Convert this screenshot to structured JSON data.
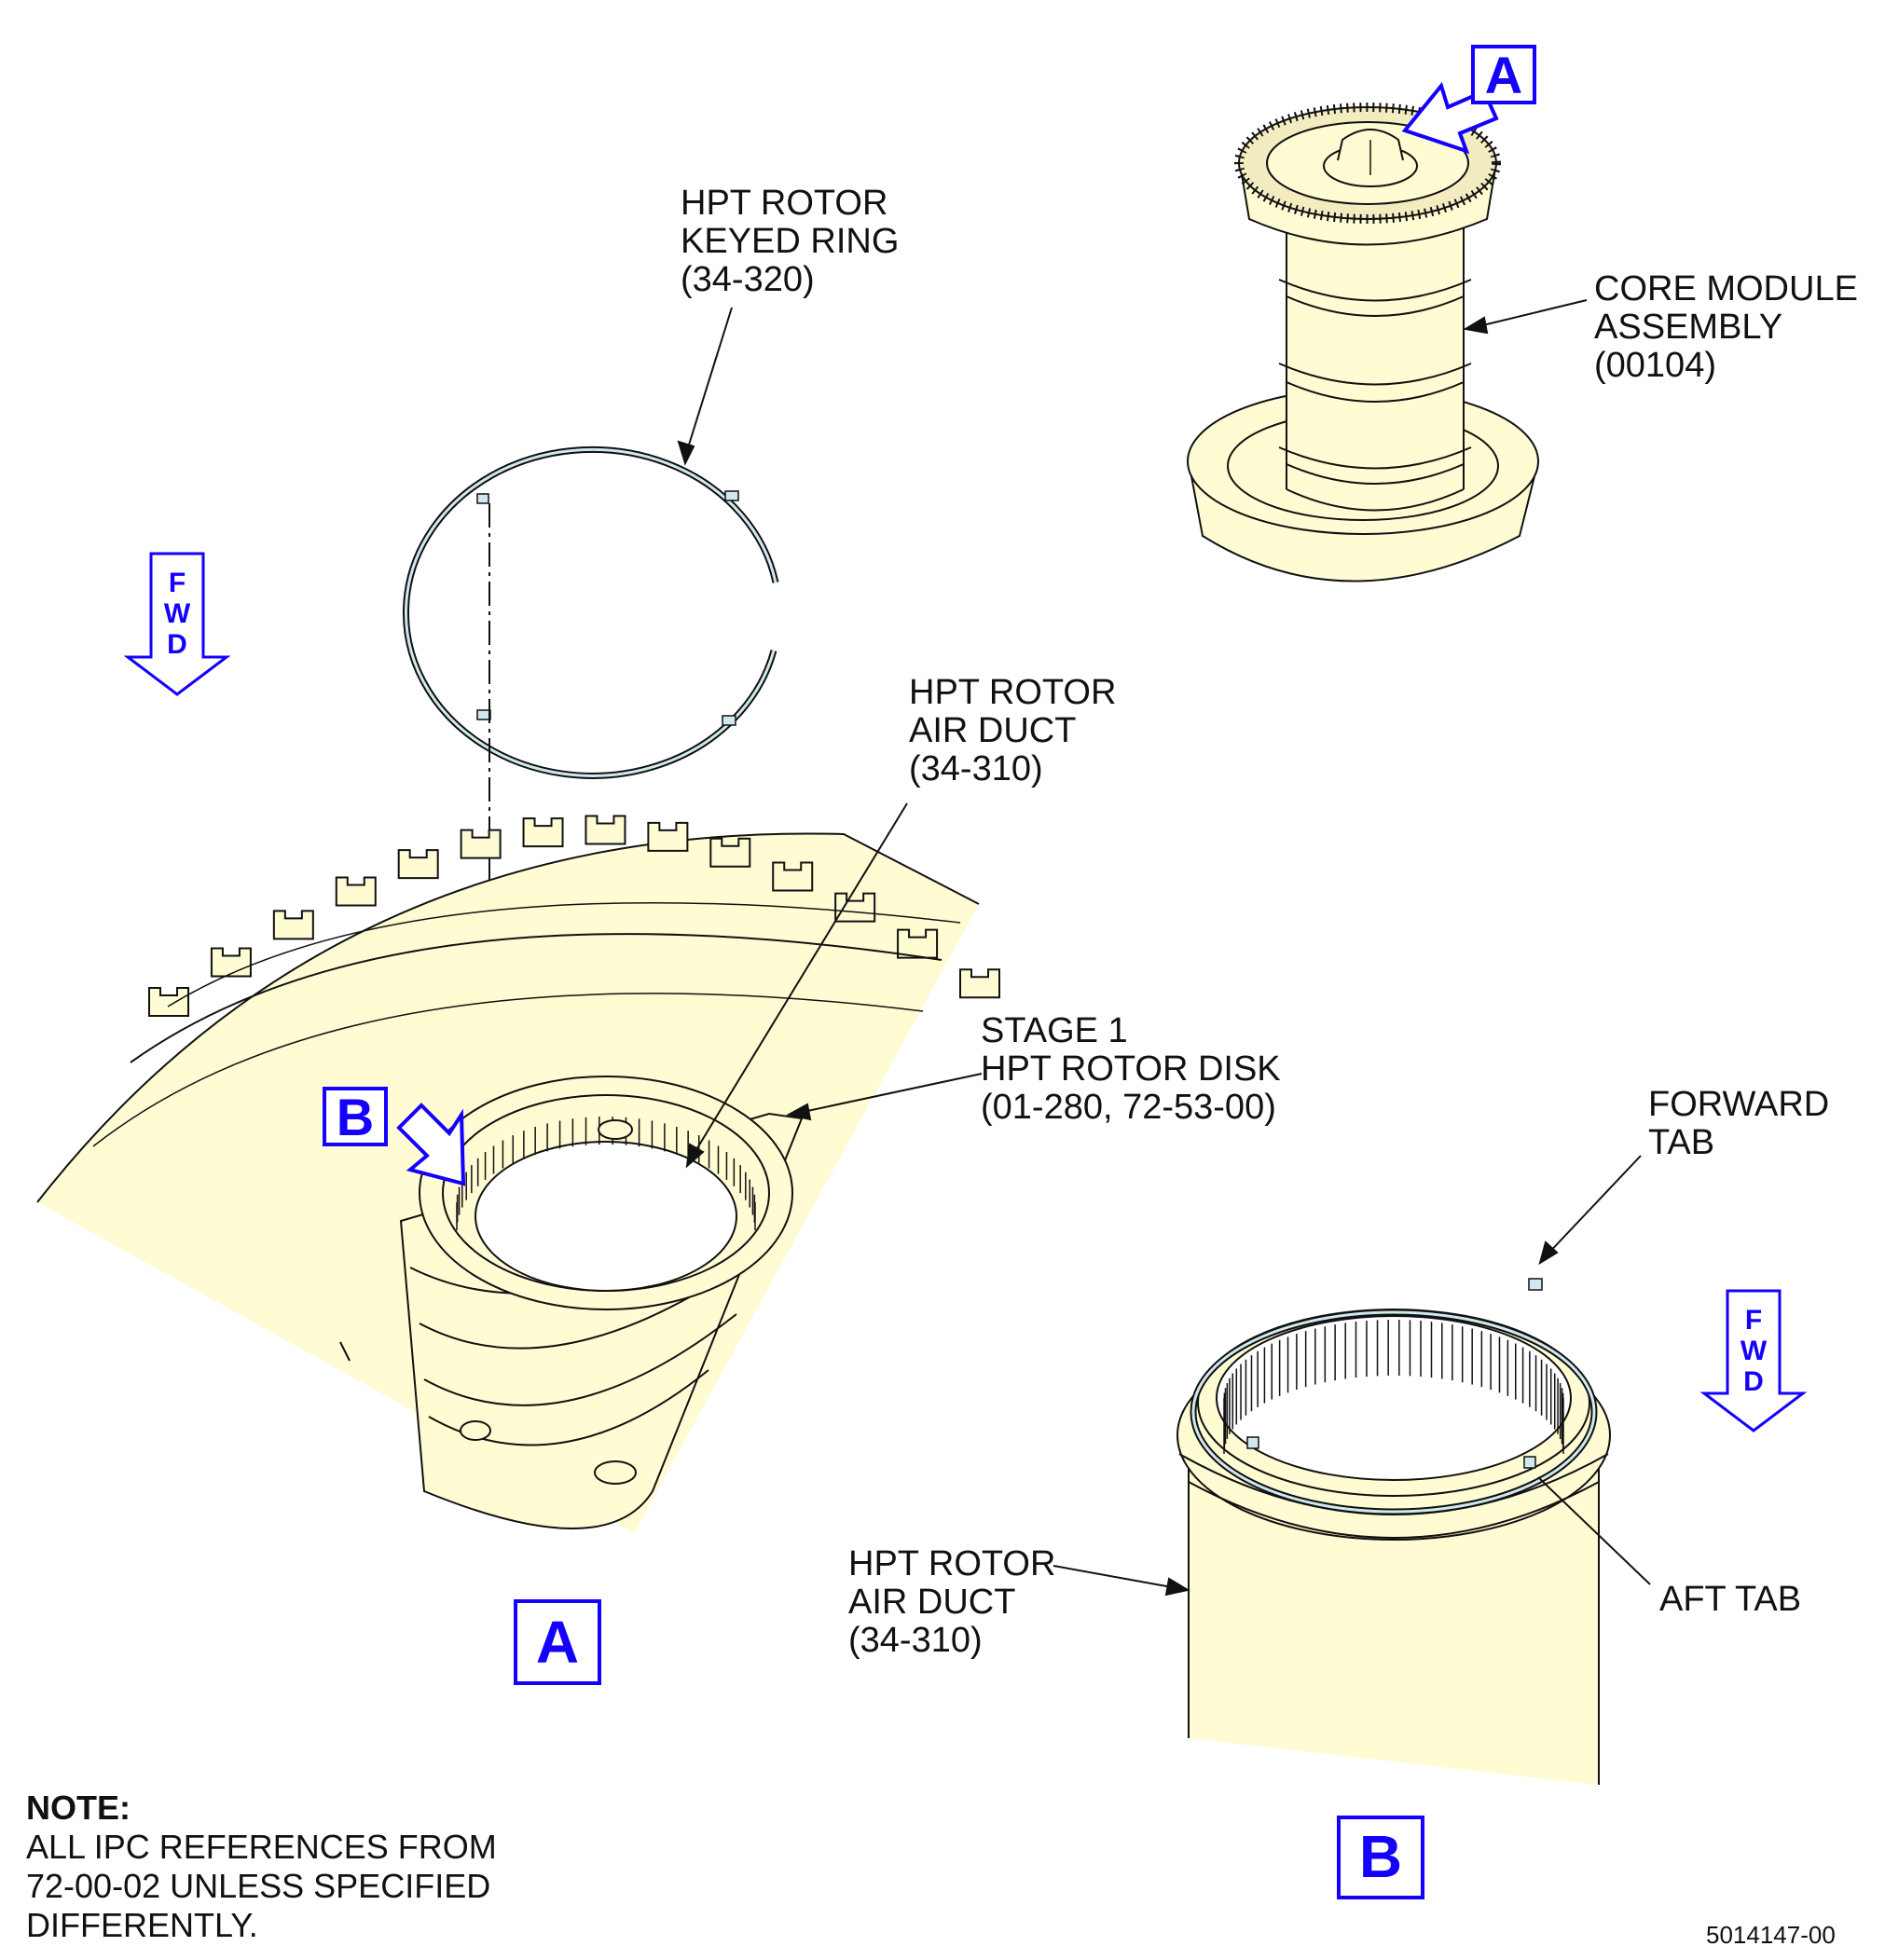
{
  "colors": {
    "part_fill": "#fffbd2",
    "line": "#111111",
    "callout_blue": "#1400ff",
    "ring_highlight": "#cfe9ef"
  },
  "labels": {
    "keyed_ring": [
      "HPT ROTOR",
      "KEYED RING",
      "(34-320)"
    ],
    "core_module": [
      "CORE MODULE",
      "ASSEMBLY",
      "(00104)"
    ],
    "air_duct_a": [
      "HPT ROTOR",
      "AIR DUCT",
      "(34-310)"
    ],
    "rotor_disk": [
      "STAGE 1",
      "HPT ROTOR DISK",
      "(01-280, 72-53-00)"
    ],
    "forward_tab": [
      "FORWARD",
      "TAB"
    ],
    "aft_tab": "AFT TAB",
    "air_duct_b": [
      "HPT ROTOR",
      "AIR DUCT",
      "(34-310)"
    ]
  },
  "views": {
    "a": "A",
    "b": "B"
  },
  "fwd": [
    "F",
    "W",
    "D"
  ],
  "note": {
    "title": "NOTE:",
    "lines": [
      "ALL IPC REFERENCES FROM",
      "72-00-02 UNLESS SPECIFIED",
      "DIFFERENTLY."
    ]
  },
  "doc_number": "5014147-00",
  "icons": {
    "view_arrow": "hollow-arrow-icon",
    "fwd_arrow": "down-arrow-icon"
  }
}
